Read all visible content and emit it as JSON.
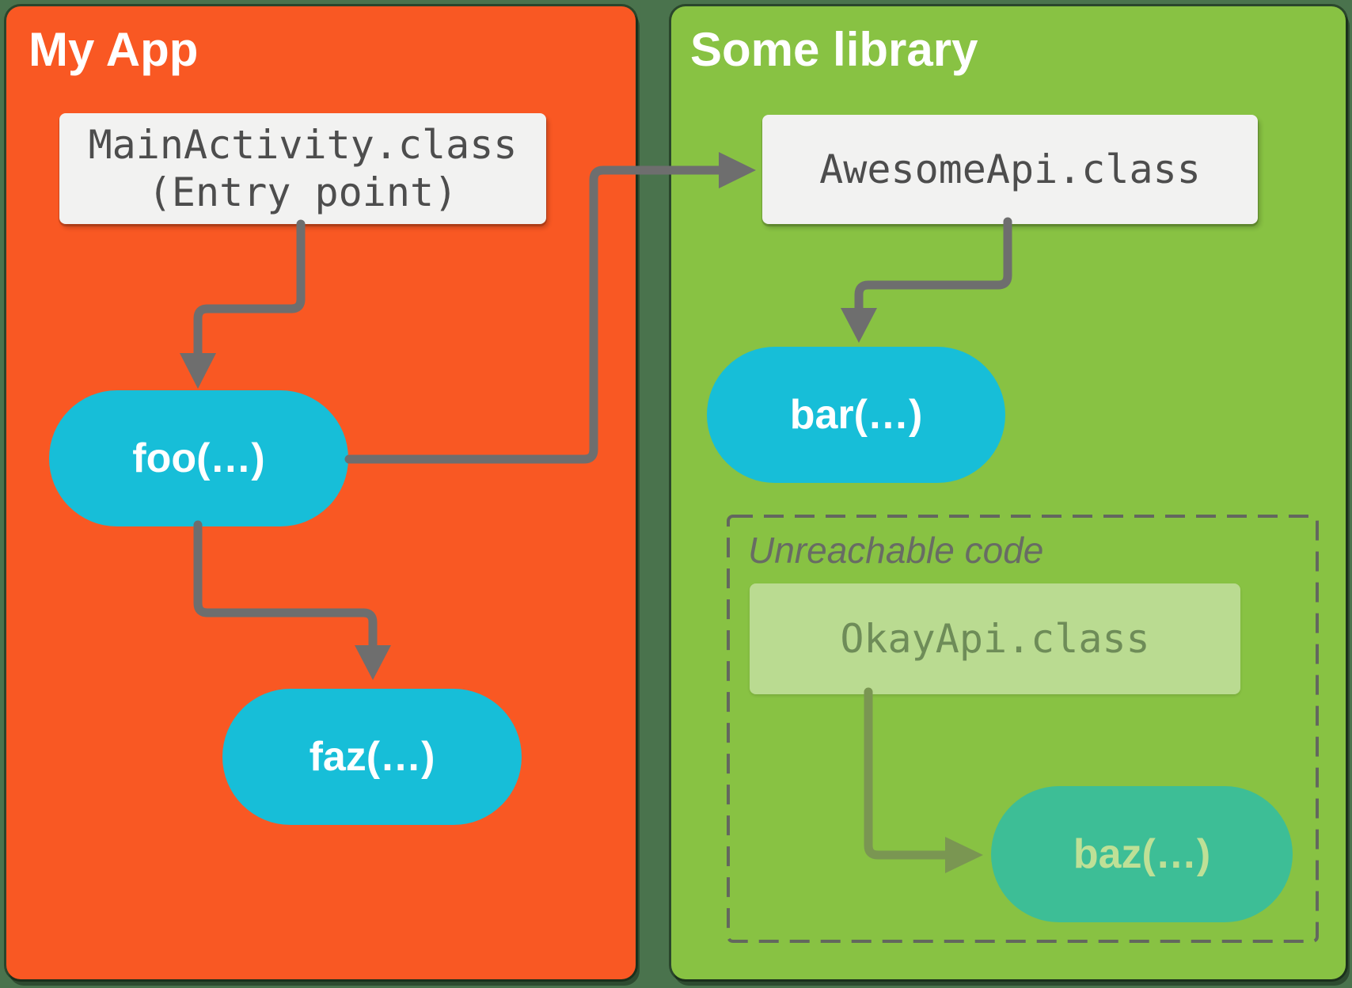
{
  "page": {
    "background_color": "#4A734D"
  },
  "left_panel": {
    "title": "My App",
    "bg_color": "#F95823"
  },
  "right_panel": {
    "title": "Some library",
    "bg_color": "#88C243"
  },
  "nodes": {
    "main_activity": {
      "line1": "MainActivity.class",
      "line2": "(Entry point)",
      "bg_color": "#F2F2F1",
      "text_color": "#4D4D4D"
    },
    "foo": {
      "label": "foo(…)",
      "bg_color": "#17BED8",
      "text_color": "#FFFFFF"
    },
    "faz": {
      "label": "faz(…)",
      "bg_color": "#17BED8",
      "text_color": "#FFFFFF"
    },
    "awesome_api": {
      "label": "AwesomeApi.class",
      "bg_color": "#F2F2F1",
      "text_color": "#4D4D4D"
    },
    "bar": {
      "label": "bar(…)",
      "bg_color": "#17BED8",
      "text_color": "#FFFFFF"
    },
    "okay_api": {
      "label": "OkayApi.class",
      "bg_color": "#BCD69B",
      "text_color": "#6E8C58"
    },
    "baz": {
      "label": "baz(…)",
      "bg_color": "#3DBE96",
      "text_color": "#BEE096"
    }
  },
  "unreachable_group": {
    "label": "Unreachable code",
    "border_color": "#63675E",
    "label_color": "#686C64"
  },
  "arrows": {
    "reachable_color": "#6E6E6E",
    "unreachable_color": "#7A9652"
  }
}
